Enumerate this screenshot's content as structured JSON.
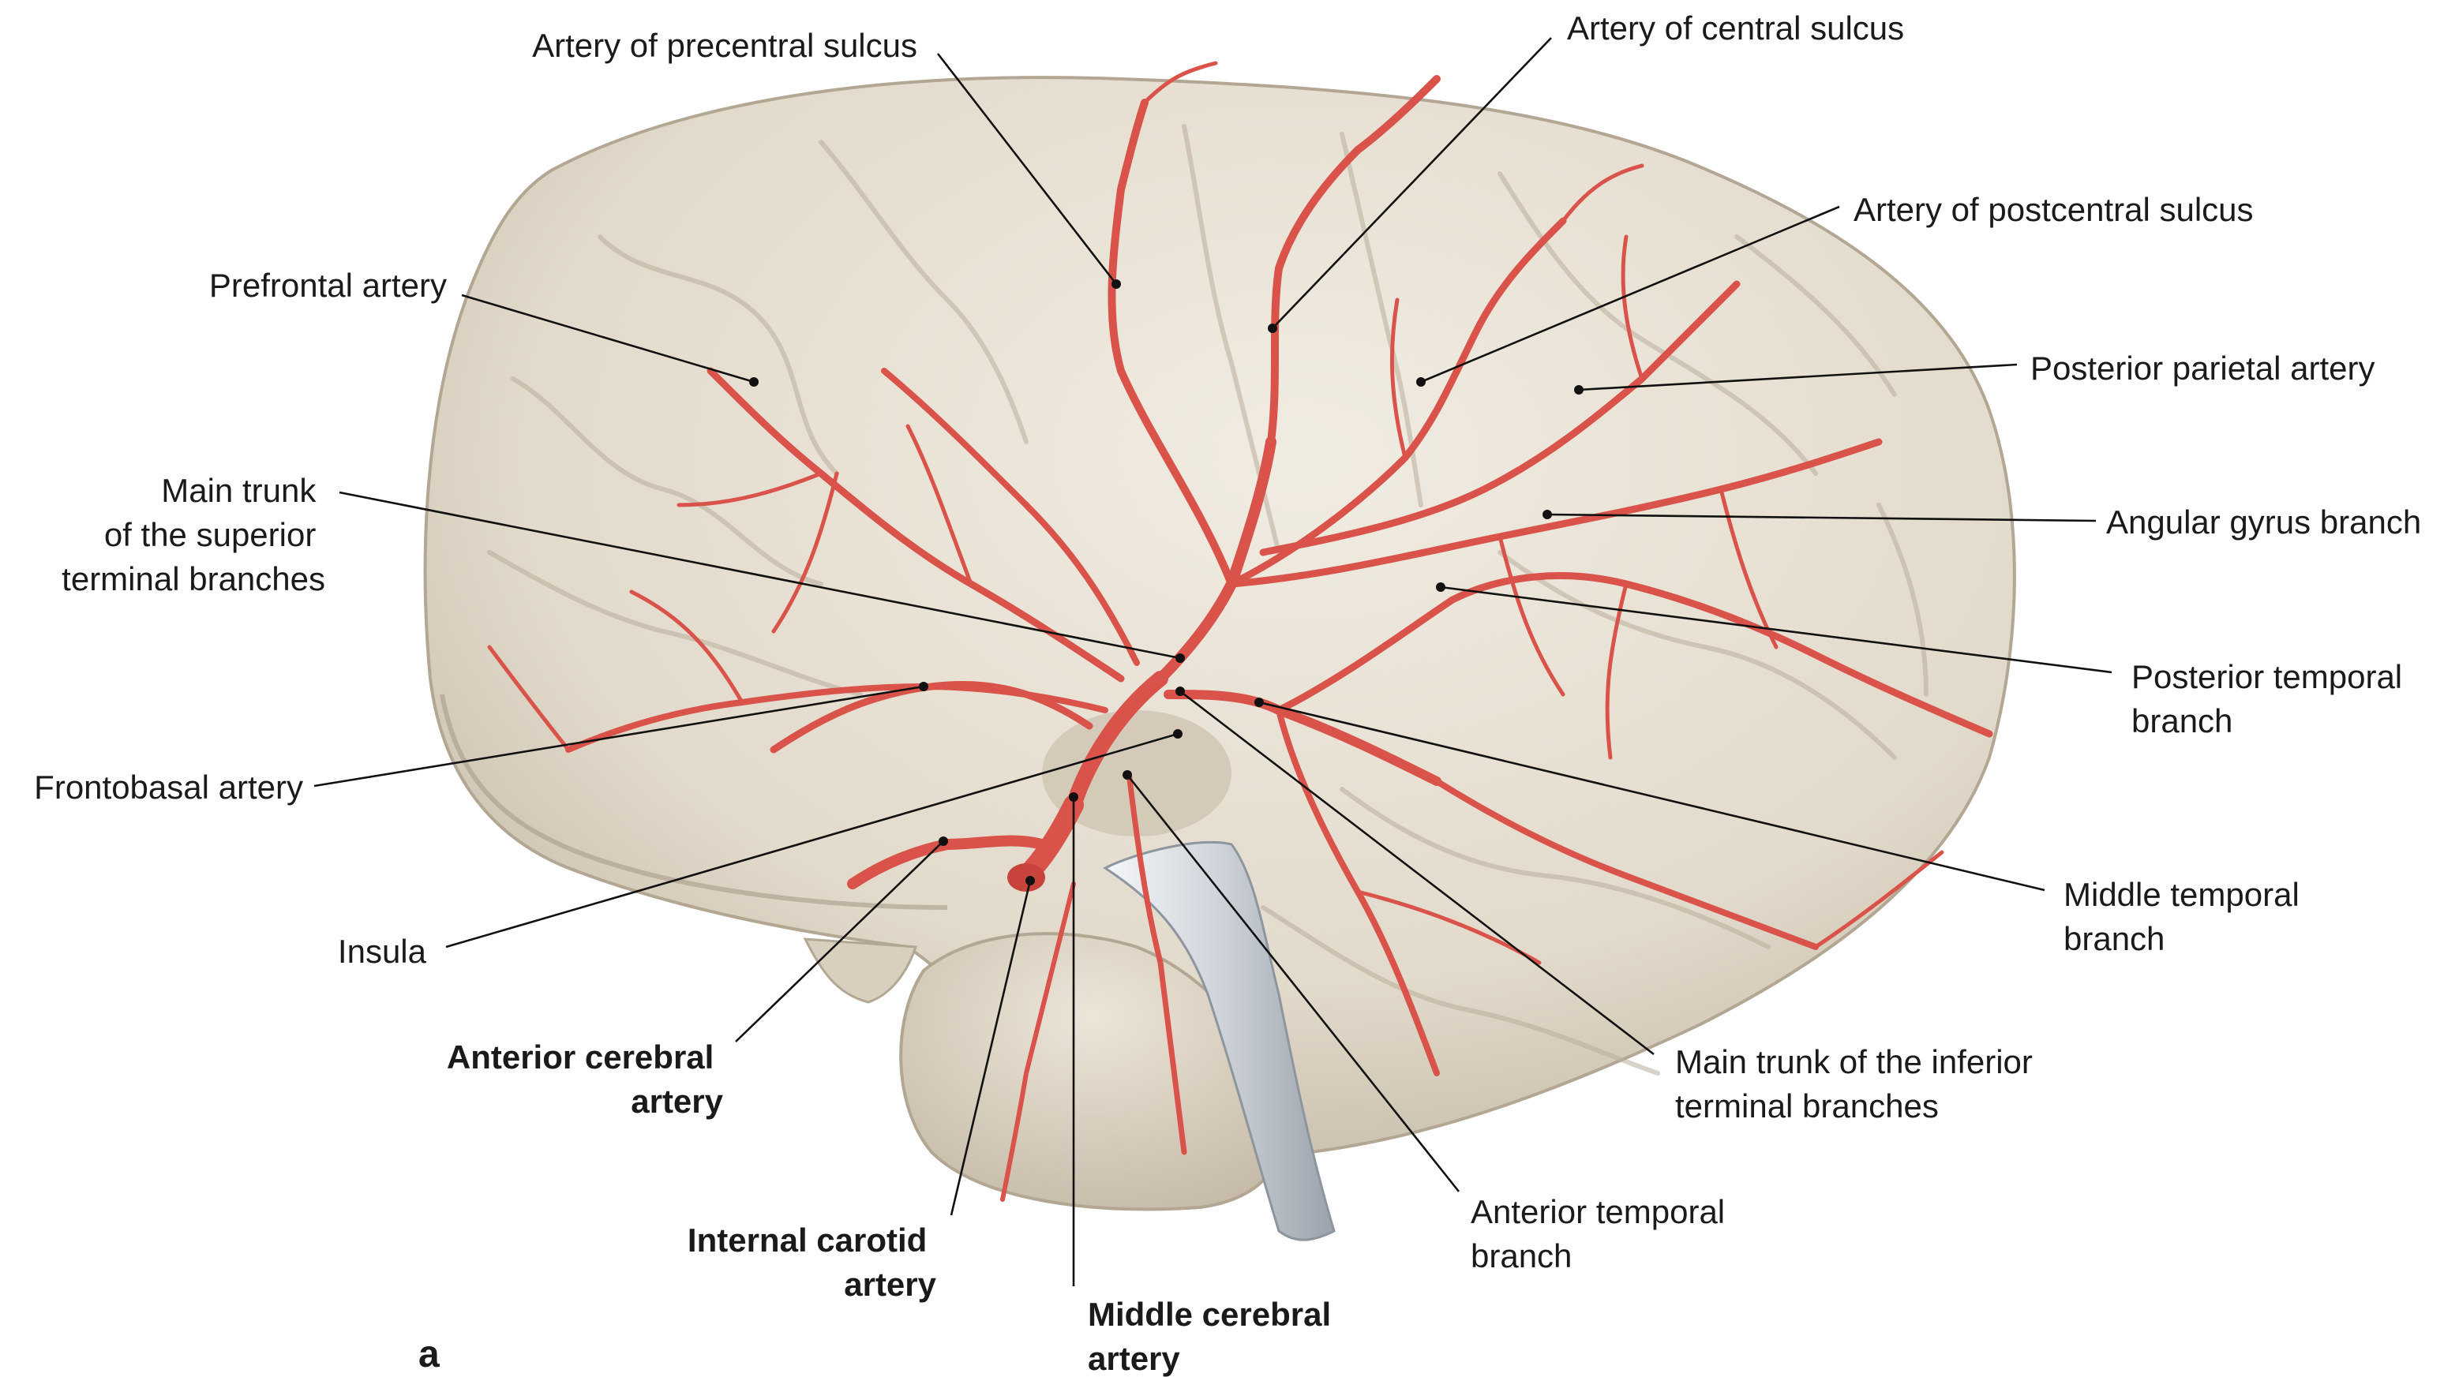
{
  "figure": {
    "panel_letter": "a",
    "colors": {
      "brain": "#e4ddcf",
      "brain_shadow": "#bcb19e",
      "artery": "#d9534a",
      "retractor": "#c9cdd2"
    }
  },
  "labels": {
    "precentral": [
      "Artery of precentral sulcus"
    ],
    "central": [
      "Artery of central sulcus"
    ],
    "postcentral": [
      "Artery of postcentral sulcus"
    ],
    "prefrontal": [
      "Prefrontal artery"
    ],
    "posterior_parietal": [
      "Posterior parietal artery"
    ],
    "angular": [
      "Angular gyrus branch"
    ],
    "superior_trunk": [
      "Main trunk",
      "of the superior",
      "terminal branches"
    ],
    "posterior_temporal": [
      "Posterior temporal",
      "branch"
    ],
    "frontobasal": [
      "Frontobasal artery"
    ],
    "middle_temporal": [
      "Middle temporal",
      "branch"
    ],
    "insula": [
      "Insula"
    ],
    "inferior_trunk": [
      "Main trunk of the inferior",
      "terminal branches"
    ],
    "anterior_cerebral": [
      "Anterior cerebral",
      "artery"
    ],
    "anterior_temporal": [
      "Anterior temporal",
      "branch"
    ],
    "internal_carotid": [
      "Internal carotid",
      "artery"
    ],
    "middle_cerebral": [
      "Middle cerebral",
      "artery"
    ]
  }
}
